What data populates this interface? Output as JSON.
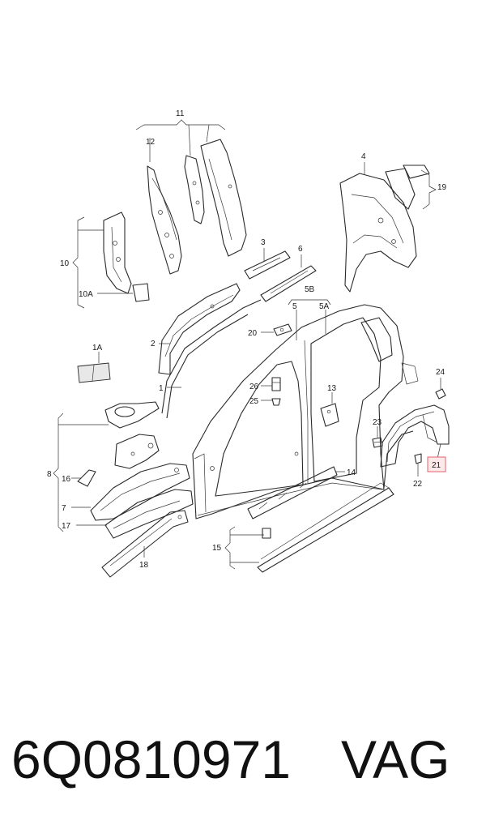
{
  "diagram": {
    "callouts": {
      "c1": "1",
      "c1A": "1A",
      "c2": "2",
      "c3": "3",
      "c4": "4",
      "c5": "5",
      "c5A": "5A",
      "c5B": "5B",
      "c6": "6",
      "c7": "7",
      "c8": "8",
      "c10": "10",
      "c10A": "10A",
      "c11": "11",
      "c12": "12",
      "c13": "13",
      "c14": "14",
      "c15": "15",
      "c16": "16",
      "c17": "17",
      "c18": "18",
      "c19": "19",
      "c20": "20",
      "c21": "21",
      "c22": "22",
      "c23": "23",
      "c24": "24",
      "c25": "25",
      "c26": "26"
    },
    "highlight_color": "#e0626a"
  },
  "caption": {
    "part_number": "6Q0810971",
    "brand": "VAG"
  }
}
